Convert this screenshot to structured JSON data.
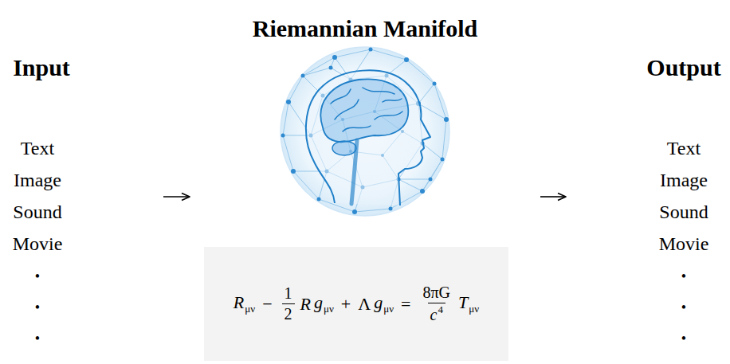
{
  "diagram": {
    "nodes": [
      {
        "text": [
          "Input",
          "Text",
          "Image",
          "Sound",
          "Movie",
          "•",
          "•",
          "•"
        ]
      },
      {
        "text": [
          "Riemannian Manifold"
        ]
      },
      {
        "text": [
          "R",
          "μν",
          "−",
          "1",
          "2",
          "R",
          "g",
          "μν",
          "+",
          "Λ",
          "g",
          "μν",
          "=",
          "8πG",
          "c",
          "4",
          "T",
          "μν"
        ]
      },
      {
        "text": [
          "Output",
          "Text",
          "Image",
          "Sound",
          "Movie",
          "•",
          "•",
          "•"
        ]
      }
    ],
    "edges": [
      {
        "from": 0,
        "to": 1,
        "arrow": "to"
      },
      {
        "from": 1,
        "to": 3,
        "arrow": "to"
      }
    ]
  }
}
